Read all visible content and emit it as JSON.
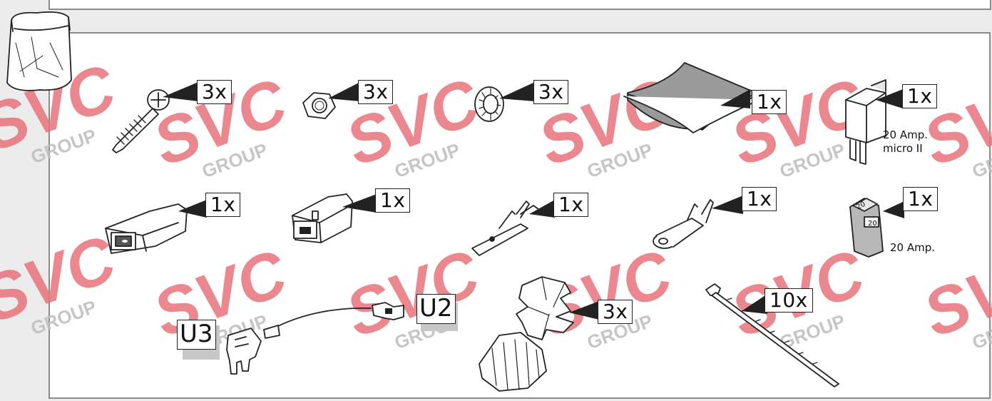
{
  "watermark": {
    "brand": "SVC",
    "sub": "GROUP",
    "color": "#e8747c"
  },
  "bag_icon": "plastic-bag-icon",
  "parts": [
    {
      "id": "screw",
      "icon": "screw-icon",
      "qty": "3x"
    },
    {
      "id": "nut",
      "icon": "hex-nut-icon",
      "qty": "3x"
    },
    {
      "id": "lock_washer",
      "icon": "lock-washer-icon",
      "qty": "3x"
    },
    {
      "id": "adhesive_pad",
      "icon": "adhesive-pad-icon",
      "qty": "1x"
    },
    {
      "id": "fuse_tap",
      "icon": "fuse-tap-icon",
      "qty": "1x",
      "note": [
        "20 Amp.",
        "micro II"
      ]
    },
    {
      "id": "housing_female",
      "icon": "connector-housing-icon",
      "qty": "1x"
    },
    {
      "id": "housing_male",
      "icon": "connector-housing-icon",
      "qty": "1x"
    },
    {
      "id": "terminal_male",
      "icon": "blade-terminal-icon",
      "qty": "1x"
    },
    {
      "id": "terminal_female",
      "icon": "receptacle-terminal-icon",
      "qty": "1x"
    },
    {
      "id": "fuse",
      "icon": "fuse-icon",
      "qty": "1x",
      "note": "20 Amp.",
      "fuse_text": [
        "20",
        "20"
      ]
    },
    {
      "id": "cable_clip",
      "icon": "cable-clip-icon",
      "qty": "3x"
    },
    {
      "id": "cable_tie",
      "icon": "cable-tie-icon",
      "qty": "10x"
    }
  ],
  "wire_harness": {
    "icon": "wire-harness-icon",
    "label_left": "U3",
    "label_right": "U2"
  }
}
